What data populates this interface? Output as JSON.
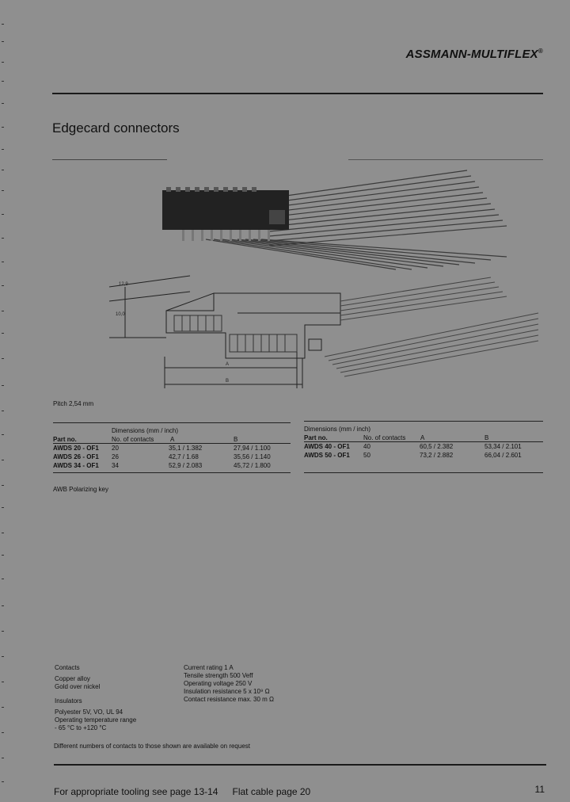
{
  "header": {
    "brand": "ASSMANN-MULTIFLEX",
    "brand_mark": "®"
  },
  "section_title": "Edgecard connectors",
  "drawing": {
    "dim_top": "12,9",
    "dim_height": "10,0",
    "label_a": "A",
    "label_b": "B"
  },
  "pitch_text": "Pitch 2,54 mm",
  "table_left": {
    "dimensions_header": "Dimensions (mm / inch)",
    "col_part": "Part no.",
    "col_contacts": "No. of contacts",
    "col_a": "A",
    "col_b": "B",
    "rows": [
      {
        "part": "AWDS 20 - OF1",
        "contacts": "20",
        "a": "35,1 / 1.382",
        "b": "27,94 / 1.100"
      },
      {
        "part": "AWDS 26 - OF1",
        "contacts": "26",
        "a": "42,7 / 1.68",
        "b": "35,56 / 1.140"
      },
      {
        "part": "AWDS 34 - OF1",
        "contacts": "34",
        "a": "52,9 / 2.083",
        "b": "45,72 / 1.800"
      }
    ]
  },
  "table_right": {
    "dimensions_header": "Dimensions (mm / inch)",
    "col_part": "Part no.",
    "col_contacts": "No. of contacts",
    "col_a": "A",
    "col_b": "B",
    "rows": [
      {
        "part": "AWDS 40 - OF1",
        "contacts": "40",
        "a": "60,5 / 2.382",
        "b": "53,34 / 2.101"
      },
      {
        "part": "AWDS 50 - OF1",
        "contacts": "50",
        "a": "73,2 / 2.882",
        "b": "66,04 / 2.601"
      }
    ]
  },
  "polarizing_note": "AWB Polarizing key",
  "specs_left": {
    "contacts_heading": "Contacts",
    "contacts_lines": [
      "Copper alloy",
      "Gold over nickel"
    ],
    "insulators_heading": "Insulators",
    "insulators_lines": [
      "Polyester 5V, VO, UL 94",
      "Operating temperature range",
      "- 65 °C to +120 °C"
    ]
  },
  "specs_right": {
    "lines": [
      "Current rating 1 A",
      "Tensile strength 500 Veff",
      "Operating voltage 250 V",
      "Insulation resistance 5 x 10⁹ Ω",
      "Contact resistance max. 30 m Ω"
    ]
  },
  "request_note": "Different numbers of contacts to those shown are available on request",
  "footer": {
    "tooling": "For appropriate tooling see page 13-14",
    "flat_cable": "Flat cable page 20",
    "page_number": "11"
  },
  "colors": {
    "page_bg": "#8f8f8f",
    "ink": "#111111"
  }
}
